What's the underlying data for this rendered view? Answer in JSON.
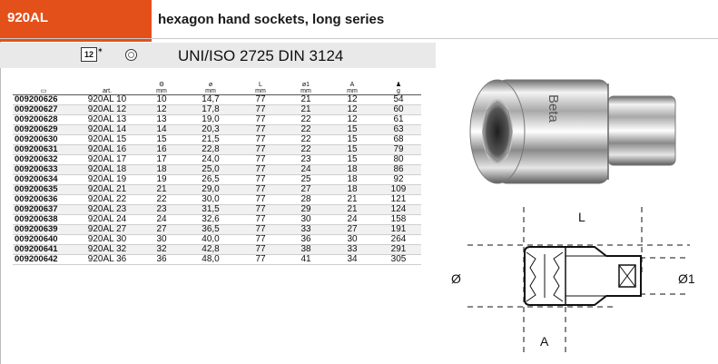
{
  "header": {
    "code": "920AL",
    "title": "hexagon hand sockets, long series"
  },
  "subheader": {
    "points_badge": "12",
    "standard": "UNI/ISO 2725 DIN 3124"
  },
  "table": {
    "columns": [
      {
        "key": "code",
        "icon": "",
        "label": "",
        "unit": ""
      },
      {
        "key": "art",
        "icon": "",
        "label": "art.",
        "unit": ""
      },
      {
        "key": "size",
        "icon": "⚙",
        "label": "",
        "unit": "mm"
      },
      {
        "key": "dia",
        "icon": "",
        "label": "ø",
        "unit": "mm"
      },
      {
        "key": "L",
        "icon": "",
        "label": "L",
        "unit": "mm"
      },
      {
        "key": "dia1",
        "icon": "",
        "label": "ø1",
        "unit": "mm"
      },
      {
        "key": "A",
        "icon": "",
        "label": "A",
        "unit": "mm"
      },
      {
        "key": "weight",
        "icon": "♟",
        "label": "",
        "unit": "g"
      }
    ],
    "rows": [
      [
        "009200626",
        "920AL 10",
        "10",
        "14,7",
        "77",
        "21",
        "12",
        "54"
      ],
      [
        "009200627",
        "920AL 12",
        "12",
        "17,8",
        "77",
        "21",
        "12",
        "60"
      ],
      [
        "009200628",
        "920AL 13",
        "13",
        "19,0",
        "77",
        "22",
        "12",
        "61"
      ],
      [
        "009200629",
        "920AL 14",
        "14",
        "20,3",
        "77",
        "22",
        "15",
        "63"
      ],
      [
        "009200630",
        "920AL 15",
        "15",
        "21,5",
        "77",
        "22",
        "15",
        "68"
      ],
      [
        "009200631",
        "920AL 16",
        "16",
        "22,8",
        "77",
        "22",
        "15",
        "79"
      ],
      [
        "009200632",
        "920AL 17",
        "17",
        "24,0",
        "77",
        "23",
        "15",
        "80"
      ],
      [
        "009200633",
        "920AL 18",
        "18",
        "25,0",
        "77",
        "24",
        "18",
        "86"
      ],
      [
        "009200634",
        "920AL 19",
        "19",
        "26,5",
        "77",
        "25",
        "18",
        "92"
      ],
      [
        "009200635",
        "920AL 21",
        "21",
        "29,0",
        "77",
        "27",
        "18",
        "109"
      ],
      [
        "009200636",
        "920AL 22",
        "22",
        "30,0",
        "77",
        "28",
        "21",
        "121"
      ],
      [
        "009200637",
        "920AL 23",
        "23",
        "31,5",
        "77",
        "29",
        "21",
        "124"
      ],
      [
        "009200638",
        "920AL 24",
        "24",
        "32,6",
        "77",
        "30",
        "24",
        "158"
      ],
      [
        "009200639",
        "920AL 27",
        "27",
        "36,5",
        "77",
        "33",
        "27",
        "191"
      ],
      [
        "009200640",
        "920AL 30",
        "30",
        "40,0",
        "77",
        "36",
        "30",
        "264"
      ],
      [
        "009200641",
        "920AL 32",
        "32",
        "42,8",
        "77",
        "38",
        "33",
        "291"
      ],
      [
        "009200642",
        "920AL 36",
        "36",
        "48,0",
        "77",
        "41",
        "34",
        "305"
      ]
    ]
  },
  "photo": {
    "engraving": "Beta"
  },
  "drawing": {
    "label_L": "L",
    "label_dia": "Ø",
    "label_dia1": "Ø1",
    "label_A": "A"
  },
  "colors": {
    "brand": "#e3501a",
    "subbar": "#e9e9e9"
  }
}
